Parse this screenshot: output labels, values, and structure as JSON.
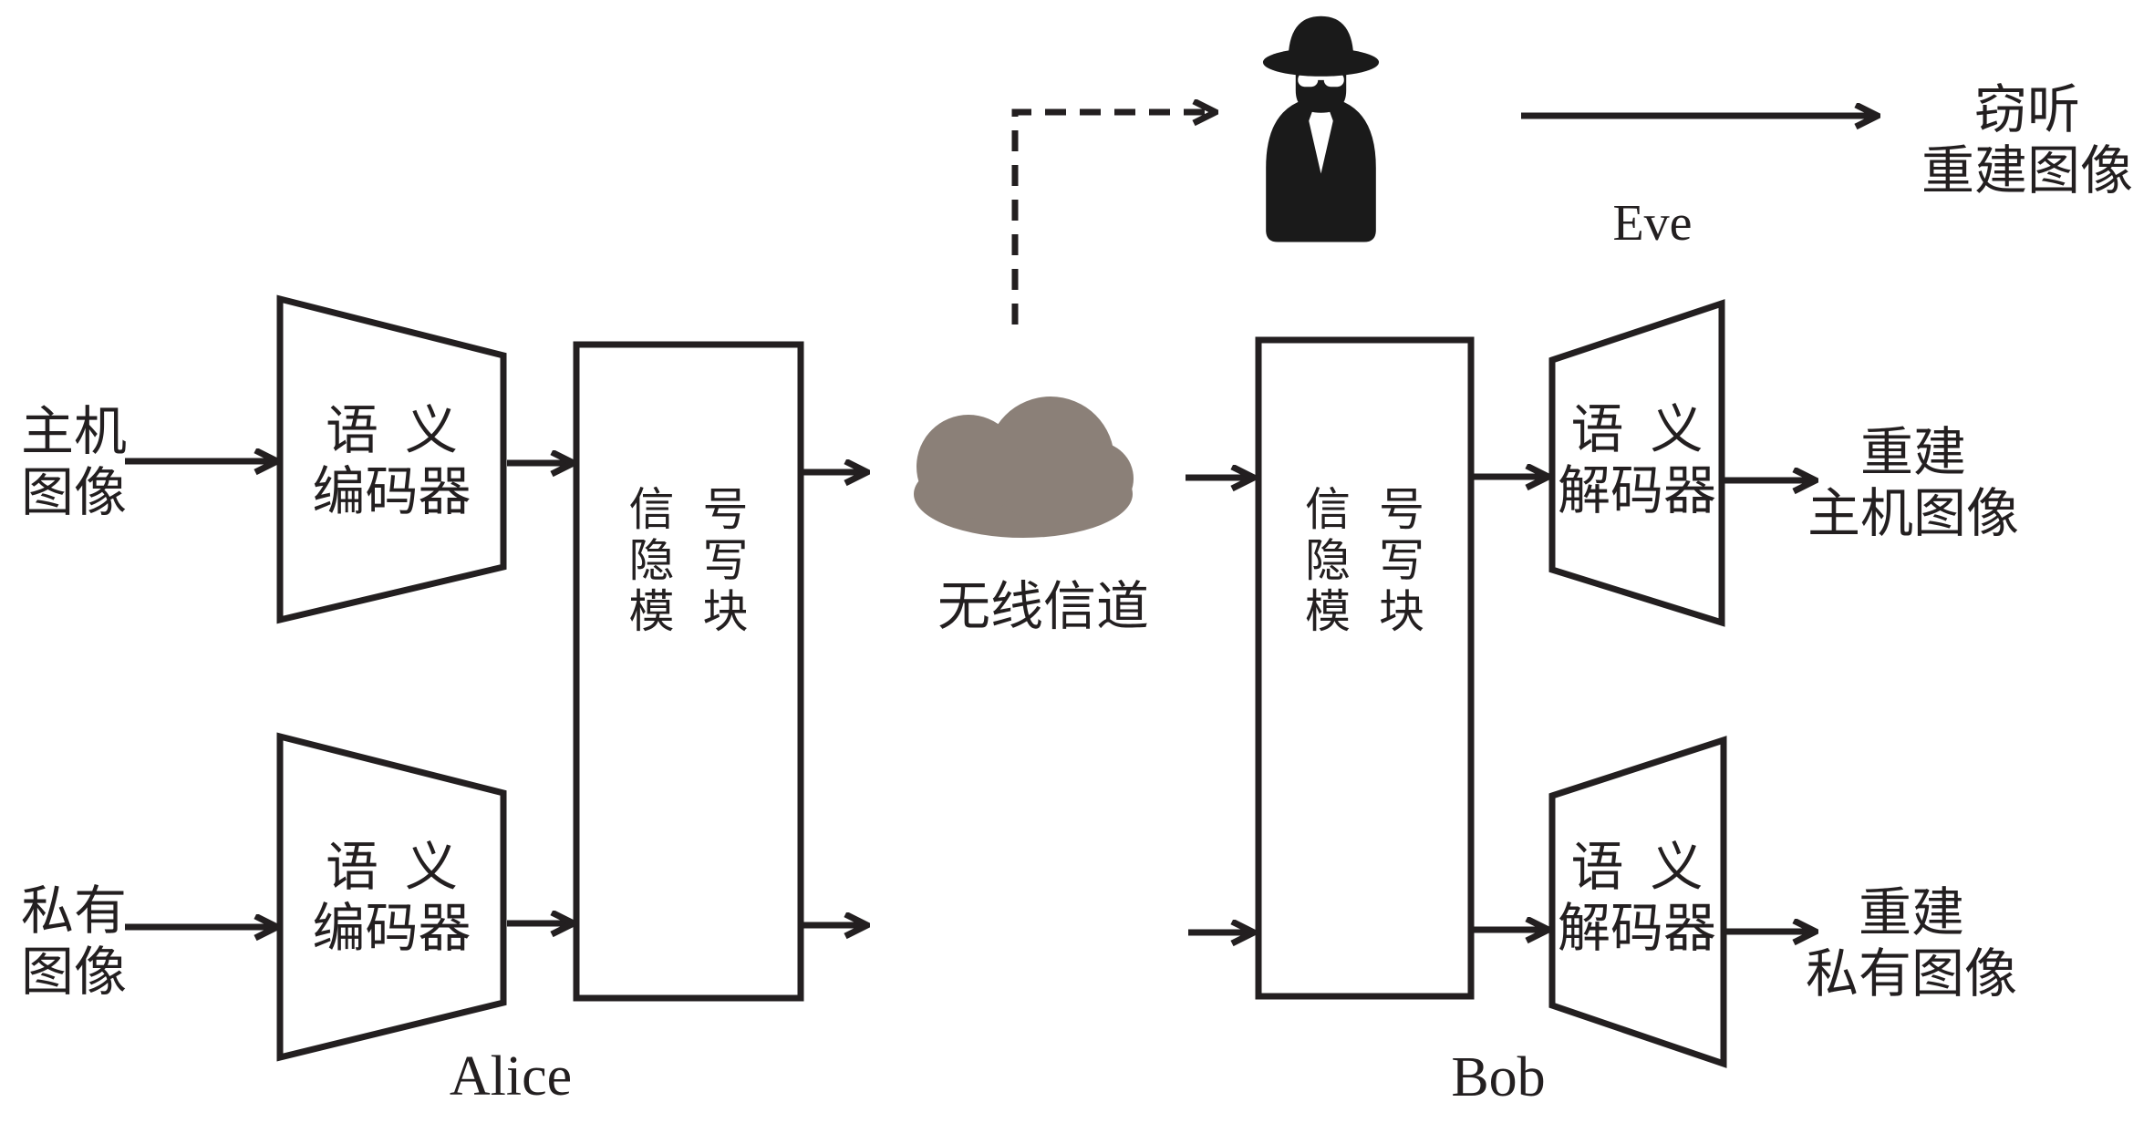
{
  "colors": {
    "ink": "#231f20",
    "cloud": "#8b8078",
    "bg": "#ffffff"
  },
  "alice_side": {
    "name_label": "Alice",
    "host_image_label": {
      "line1": "主机",
      "line2": "图像"
    },
    "private_image_label": {
      "line1": "私有",
      "line2": "图像"
    },
    "encoder_top": {
      "line1": "语义",
      "line2": "编码器"
    },
    "encoder_bottom": {
      "line1": "语义",
      "line2": "编码器"
    },
    "stego_module": {
      "line1": "信号",
      "line2": "隐写",
      "line3": "模块"
    }
  },
  "channel": {
    "label": "无线信道",
    "icon": "cloud-icon"
  },
  "eve": {
    "name_label": "Eve",
    "icon": "spy-icon",
    "eavesdrop_output_label": {
      "line1": "窃听",
      "line2": "重建图像"
    }
  },
  "bob_side": {
    "name_label": "Bob",
    "stego_module": {
      "line1": "信号",
      "line2": "隐写",
      "line3": "模块"
    },
    "decoder_top": {
      "line1": "语义",
      "line2": "解码器"
    },
    "decoder_bottom": {
      "line1": "语义",
      "line2": "解码器"
    },
    "host_output_label": {
      "line1": "重建",
      "line2": "主机图像"
    },
    "private_output_label": {
      "line1": "重建",
      "line2": "私有图像"
    }
  }
}
